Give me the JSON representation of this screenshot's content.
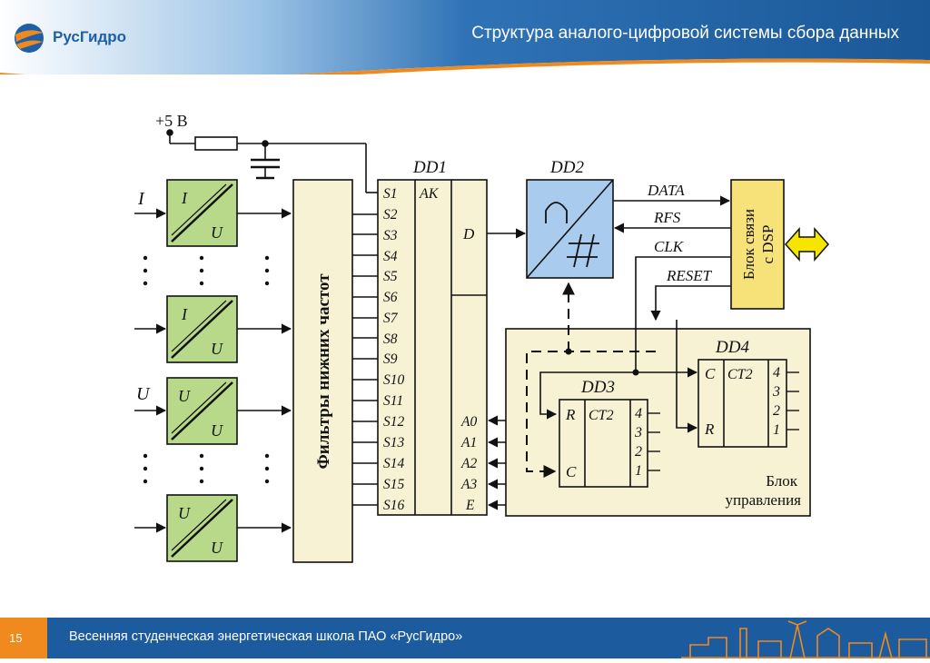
{
  "header": {
    "logo_text": "РусГидро",
    "title": "Структура аналого-цифровой системы сбора данных"
  },
  "diagram": {
    "supply_label": "+5 В",
    "input_labels": [
      "I",
      "U"
    ],
    "converter_blocks": [
      {
        "top": "I",
        "bottom": "U"
      },
      {
        "top": "I",
        "bottom": "U"
      },
      {
        "top": "U",
        "bottom": "U"
      },
      {
        "top": "U",
        "bottom": "U"
      }
    ],
    "filter_label": "Фильтры нижних частот",
    "dd1": {
      "label": "DD1",
      "ak": "AK",
      "d": "D",
      "inputs": [
        "S1",
        "S2",
        "S3",
        "S4",
        "S5",
        "S6",
        "S7",
        "S8",
        "S9",
        "S10",
        "S11",
        "S12",
        "S13",
        "S14",
        "S15",
        "S16"
      ],
      "address": [
        "A0",
        "A1",
        "A2",
        "A3",
        "E"
      ]
    },
    "dd2": {
      "label": "DD2"
    },
    "signals": [
      "DATA",
      "RFS",
      "CLK",
      "RESET"
    ],
    "dsp_block": {
      "line1": "Блок связи",
      "line2": "с DSP"
    },
    "dd3": {
      "label": "DD3",
      "r": "R",
      "c": "C",
      "ct": "CT2",
      "outputs": [
        "4",
        "3",
        "2",
        "1"
      ]
    },
    "dd4": {
      "label": "DD4",
      "r": "R",
      "c": "C",
      "ct": "CT2",
      "outputs": [
        "4",
        "3",
        "2",
        "1"
      ]
    },
    "control_block": {
      "line1": "Блок",
      "line2": "управления"
    }
  },
  "footer": {
    "page_number": "15",
    "text": "Весенняя студенческая энергетическая школа ПАО «РусГидро»"
  },
  "colors": {
    "header_blue": "#1c5c9e",
    "accent_orange": "#f08a1e",
    "converter_green": "#b9d98a",
    "block_cream": "#f7f2d4",
    "dsp_yellow": "#f7e27a",
    "arrow_yellow": "#f5e500"
  }
}
